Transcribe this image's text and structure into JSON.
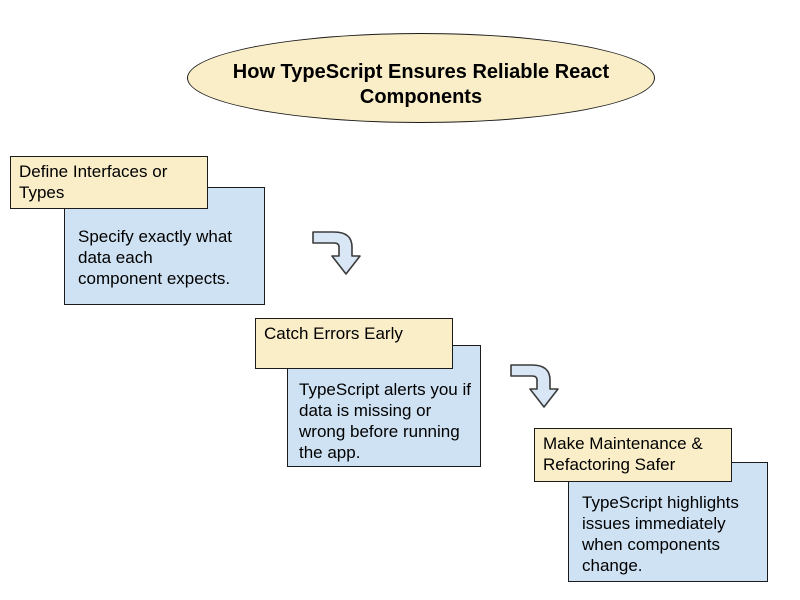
{
  "diagram": {
    "title": "How TypeScript Ensures Reliable React\nComponents",
    "steps": [
      {
        "header": "Define Interfaces or\nTypes",
        "body": "Specify exactly what\ndata each\ncomponent expects."
      },
      {
        "header": "Catch Errors Early",
        "body": "TypeScript alerts you if\ndata is missing or\nwrong before running\nthe app."
      },
      {
        "header": "Make Maintenance &\nRefactoring Safer",
        "body": "TypeScript highlights\nissues immediately\nwhen components\nchange."
      }
    ],
    "arrows": [
      "bent-arrow-down",
      "bent-arrow-down"
    ],
    "colors": {
      "header_fill": "#FAEEC8",
      "body_fill": "#CFE2F3",
      "arrow_fill": "#D8E6F5",
      "outline": "#1B1B1B",
      "background": "#FFFFFF",
      "text": "#000000"
    }
  }
}
